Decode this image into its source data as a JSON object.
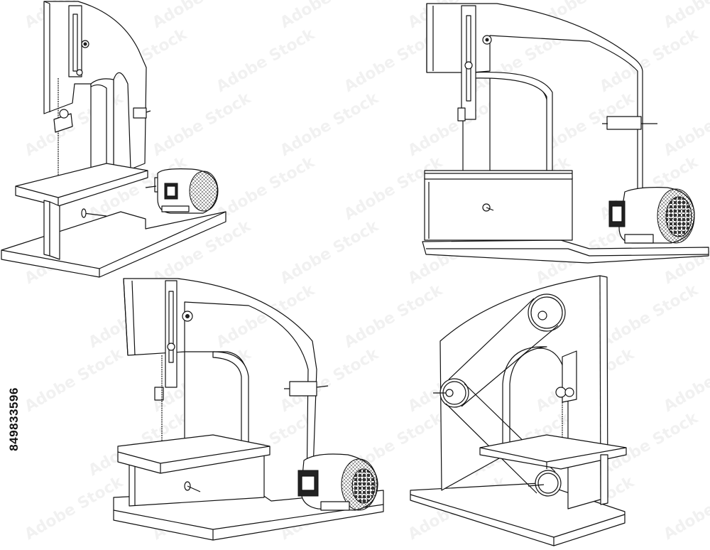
{
  "stock_id": "849833596",
  "watermark_text": "Adobe Stock",
  "line_color": "#111111",
  "background": "#ffffff",
  "views": [
    {
      "name": "band-saw-view-front-left",
      "motor": true,
      "belt": false
    },
    {
      "name": "band-saw-view-front-right",
      "motor": true,
      "belt": false
    },
    {
      "name": "band-saw-view-front-center",
      "motor": true,
      "belt": false
    },
    {
      "name": "band-saw-view-rear",
      "motor": false,
      "belt": true
    }
  ]
}
